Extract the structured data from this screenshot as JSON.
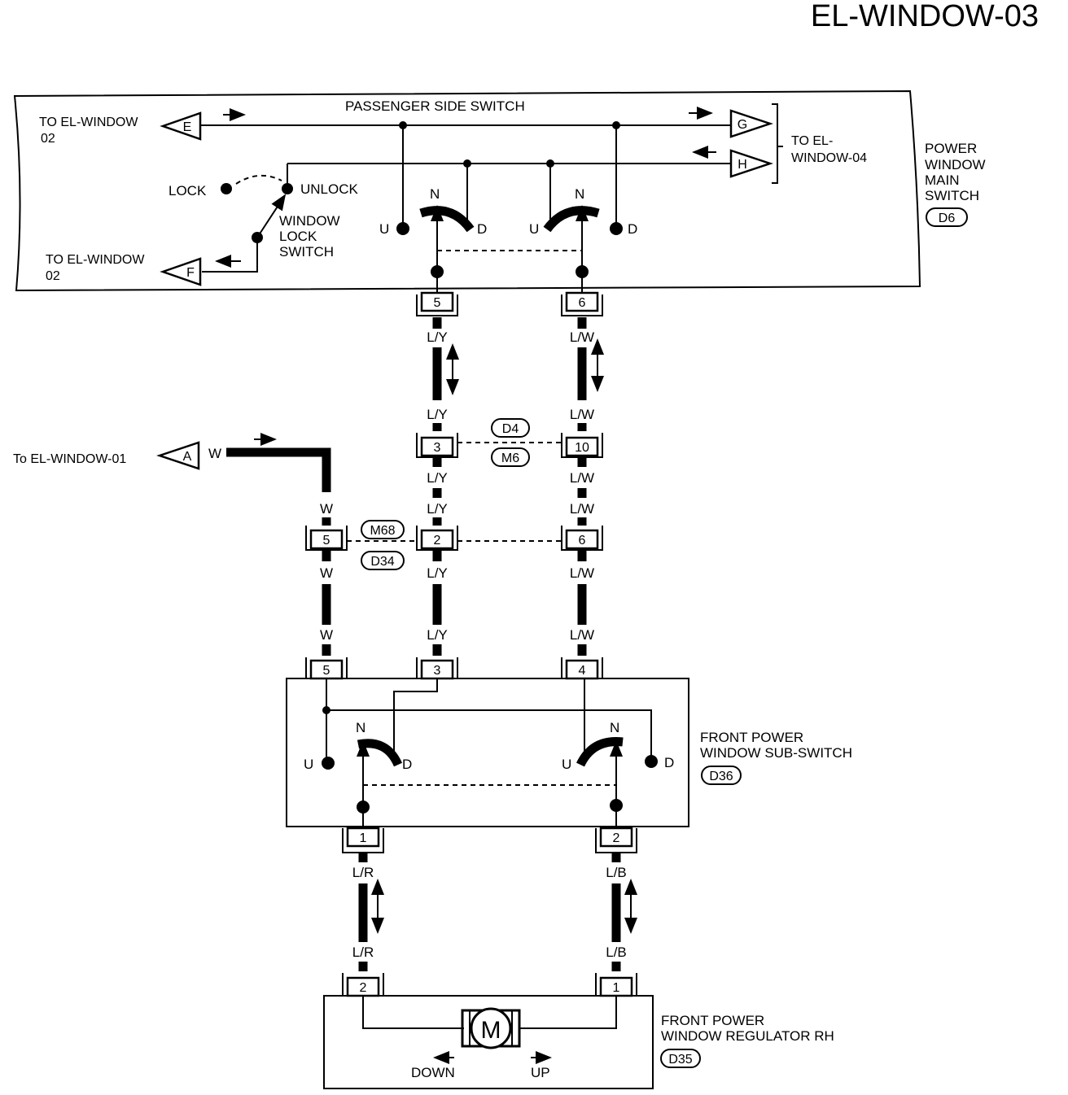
{
  "title": "EL-WINDOW-03",
  "main_switch": {
    "name_lines": [
      "POWER",
      "WINDOW",
      "MAIN",
      "SWITCH"
    ],
    "code": "D6",
    "section_label": "PASSENGER SIDE SWITCH",
    "lock_label": "LOCK",
    "unlock_label": "UNLOCK",
    "lock_switch_lines": [
      "WINDOW",
      "LOCK",
      "SWITCH"
    ],
    "to_window02_lines": [
      "TO EL-WINDOW",
      "02"
    ],
    "to_window04_lines": [
      "TO EL-",
      "WINDOW-04"
    ],
    "connectors": {
      "E": "E",
      "F": "F",
      "G": "G",
      "H": "H"
    },
    "pins": {
      "left": "5",
      "right": "6"
    }
  },
  "switch_positions": {
    "up": "U",
    "neutral": "N",
    "down": "D"
  },
  "wires": {
    "ly": "L/Y",
    "lw": "L/W",
    "w": "W",
    "lr": "L/R",
    "lb": "L/B"
  },
  "junction1": {
    "codes": [
      "D4",
      "M6"
    ],
    "pins": [
      "3",
      "10"
    ]
  },
  "junction2": {
    "codes": [
      "M68",
      "D34"
    ],
    "pins": [
      "5",
      "2",
      "6"
    ]
  },
  "to_window01": {
    "label": "To EL-WINDOW-01",
    "connector": "A"
  },
  "sub_switch": {
    "name_lines": [
      "FRONT POWER",
      "WINDOW SUB-SWITCH"
    ],
    "code": "D36",
    "top_pins": [
      "5",
      "3",
      "4"
    ],
    "bottom_pins": [
      "1",
      "2"
    ]
  },
  "regulator": {
    "name_lines": [
      "FRONT POWER",
      "WINDOW REGULATOR RH"
    ],
    "code": "D35",
    "motor": "M",
    "pins": [
      "2",
      "1"
    ],
    "down_label": "DOWN",
    "up_label": "UP"
  }
}
